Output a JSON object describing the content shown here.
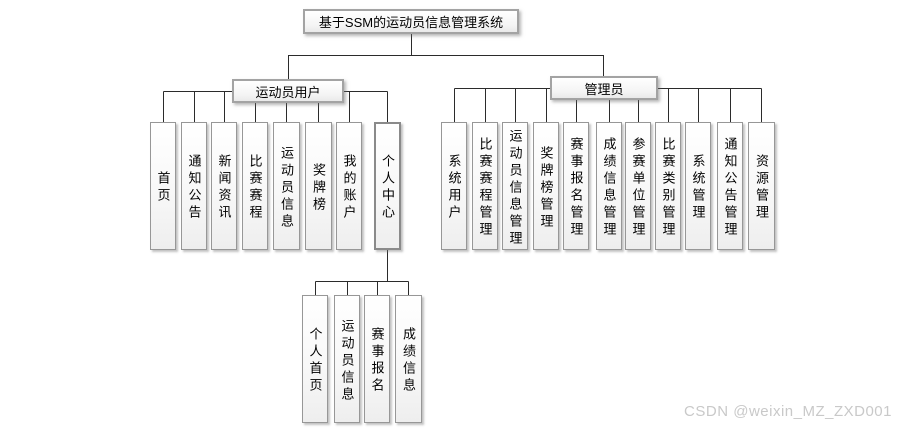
{
  "diagram": {
    "root": {
      "label": "基于SSM的运动员信息管理系统"
    },
    "branches": [
      {
        "label": "运动员用户",
        "children": [
          {
            "label": "首页"
          },
          {
            "label": "通知公告"
          },
          {
            "label": "新闻资讯"
          },
          {
            "label": "比赛赛程"
          },
          {
            "label": "运动员信息"
          },
          {
            "label": "奖牌榜"
          },
          {
            "label": "我的账户"
          },
          {
            "label": "个人中心",
            "children": [
              {
                "label": "个人首页"
              },
              {
                "label": "运动员信息"
              },
              {
                "label": "赛事报名"
              },
              {
                "label": "成绩信息"
              }
            ]
          }
        ]
      },
      {
        "label": "管理员",
        "children": [
          {
            "label": "系统用户"
          },
          {
            "label": "比赛赛程管理"
          },
          {
            "label": "运动员信息管理"
          },
          {
            "label": "奖牌榜管理"
          },
          {
            "label": "赛事报名管理"
          },
          {
            "label": "成绩信息管理"
          },
          {
            "label": "参赛单位管理"
          },
          {
            "label": "比赛类别管理"
          },
          {
            "label": "系统管理"
          },
          {
            "label": "通知公告管理"
          },
          {
            "label": "资源管理"
          }
        ]
      }
    ]
  },
  "watermark": {
    "text": "CSDN @weixin_MZ_ZXD001"
  },
  "colors": {
    "connector_line": "#2b2b2b",
    "node_border": "#979797",
    "node_border_strong": "#8a8a8a",
    "node_fill_top": "#ffffff",
    "node_fill_bottom": "#eeeeee",
    "watermark_text": "#c9c9c9"
  }
}
